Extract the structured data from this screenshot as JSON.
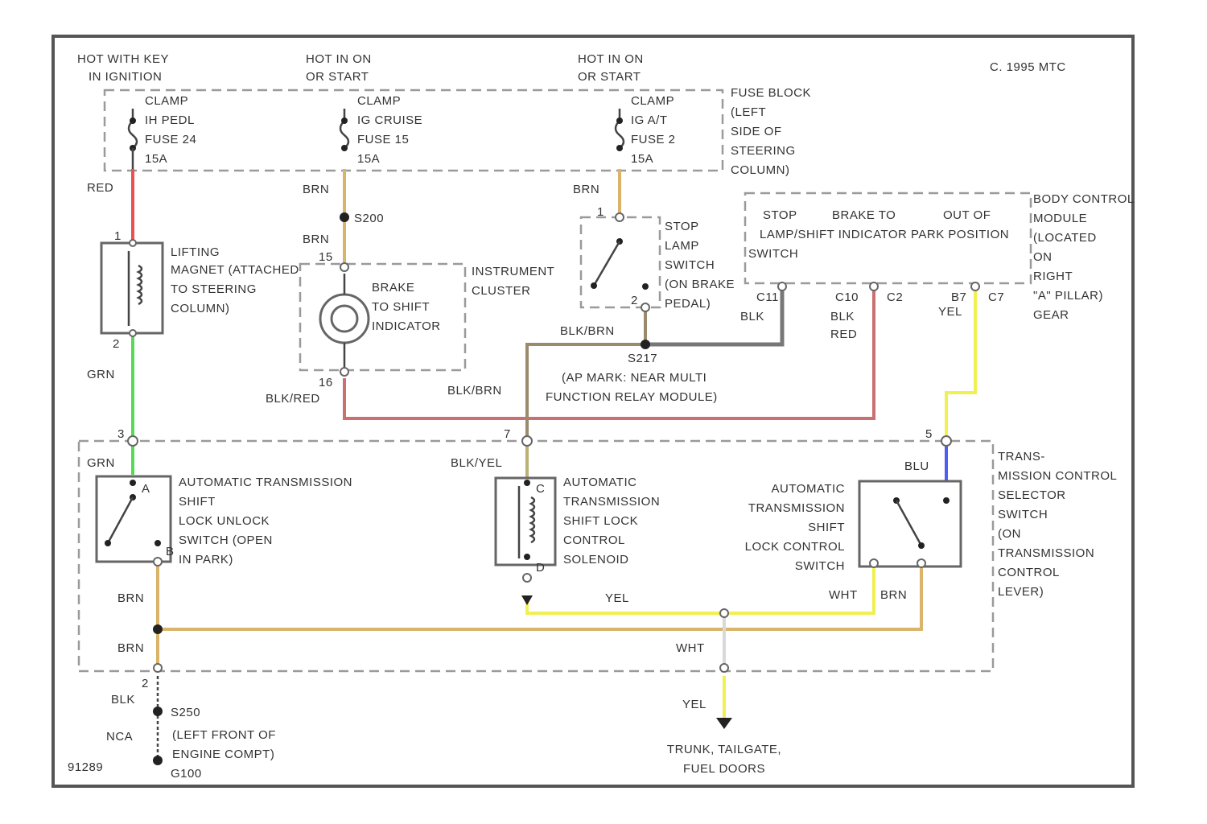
{
  "copyright": "C. 1995 MTC",
  "figure_id": "91289",
  "power": {
    "hot_key": [
      "HOT WITH KEY",
      "IN IGNITION"
    ],
    "hot_run1": [
      "HOT IN ON",
      "OR START"
    ],
    "hot_run2": [
      "HOT IN ON",
      "OR START"
    ]
  },
  "fuses": {
    "f24": [
      "CLAMP",
      "IH PEDL",
      "FUSE 24",
      "15A"
    ],
    "f15": [
      "CLAMP",
      "IG CRUISE",
      "FUSE 15",
      "15A"
    ],
    "f2": [
      "CLAMP",
      "IG A/T",
      "FUSE 2",
      "15A"
    ],
    "block": [
      "FUSE BLOCK",
      "(LEFT",
      "SIDE OF",
      "STEERING",
      "COLUMN)"
    ]
  },
  "wires": {
    "red": "RED",
    "brn": "BRN",
    "grn": "GRN",
    "blk_brn": "BLK/BRN",
    "blk_red": "BLK/RED",
    "blk_yel": "BLK/YEL",
    "blk": "BLK",
    "yel": "YEL",
    "wht": "WHT",
    "blu": "BLU",
    "blk_lbl": "BLK"
  },
  "splices": {
    "s200": "S200",
    "s217": "S217",
    "s250": "S250",
    "g100": "G100",
    "nca": "NCA"
  },
  "components": {
    "magnet": [
      "LIFTING",
      "MAGNET (ATTACHED",
      "TO STEERING",
      "COLUMN)"
    ],
    "indicator": [
      "BRAKE",
      "TO SHIFT",
      "INDICATOR"
    ],
    "cluster": [
      "INSTRUMENT",
      "CLUSTER"
    ],
    "stop_switch": [
      "STOP",
      "LAMP",
      "SWITCH",
      "(ON BRAKE",
      "PEDAL)"
    ],
    "relay_module": [
      "(AP MARK: NEAR MULTI",
      "FUNCTION RELAY MODULE)"
    ],
    "bcm_header": [
      "STOP",
      "BRAKE TO",
      "OUT OF"
    ],
    "bcm_header2": "LAMP/SHIFT INDICATOR PARK POSITION",
    "bcm_header3": "SWITCH",
    "bcm": [
      "BODY CONTROL",
      "MODULE",
      "(LOCATED",
      "ON",
      "RIGHT",
      "\"A\" PILLAR)",
      "GEAR"
    ],
    "unlock_switch": [
      "AUTOMATIC TRANSMISSION",
      "SHIFT",
      "LOCK UNLOCK",
      "SWITCH (OPEN",
      "IN PARK)"
    ],
    "solenoid": [
      "AUTOMATIC",
      "TRANSMISSION",
      "SHIFT LOCK",
      "CONTROL",
      "SOLENOID"
    ],
    "control_switch": [
      "AUTOMATIC",
      "TRANSMISSION",
      "SHIFT",
      "LOCK CONTROL",
      "SWITCH"
    ],
    "selector": [
      "TRANS-",
      "MISSION CONTROL",
      "SELECTOR",
      "SWITCH",
      "(ON",
      "TRANSMISSION",
      "CONTROL",
      "LEVER)"
    ],
    "ground": [
      "(LEFT FRONT OF",
      "ENGINE COMPT)"
    ],
    "trunk": [
      "TRUNK, TAILGATE,",
      "FUEL DOORS"
    ]
  },
  "pins": {
    "p1a": "1",
    "p2a": "2",
    "p15": "15",
    "p16": "16",
    "p1b": "1",
    "p2b": "2",
    "c11": "C11",
    "c10": "C10",
    "c2": "C2",
    "b7": "B7",
    "c7": "C7",
    "pA": "A",
    "pB": "B",
    "pC": "C",
    "pD": "D",
    "p3": "3",
    "p7": "7",
    "p5": "5",
    "p2c": "2"
  }
}
